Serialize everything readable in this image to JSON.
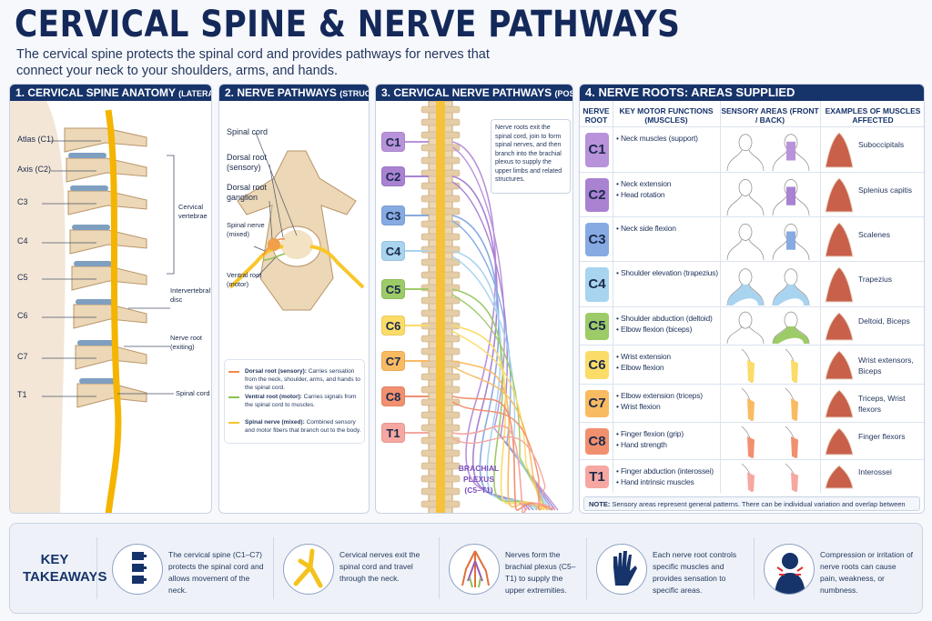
{
  "title": "CERVICAL SPINE & NERVE PATHWAYS",
  "subtitle": "The cervical spine protects the spinal cord and provides pathways for nerves that connect your neck to your shoulders, arms, and hands.",
  "panel1": {
    "header": "1. CERVICAL SPINE ANATOMY",
    "header_sub": "(LATERAL VIEW)",
    "left_labels": [
      "Atlas (C1)",
      "Axis (C2)",
      "C3",
      "C4",
      "C5",
      "C6",
      "C7",
      "T1"
    ],
    "right_labels": [
      "Cervical vertebrae",
      "Intervertebral disc",
      "Nerve root (exiting)",
      "Spinal cord"
    ]
  },
  "panel2": {
    "header": "2. NERVE PATHWAYS",
    "header_sub": "(STRUCTURE)",
    "labels": [
      "Spinal cord",
      "Dorsal root (sensory)",
      "Dorsal root ganglion",
      "Spinal nerve (mixed)",
      "Ventral root (motor)"
    ],
    "legend": [
      {
        "term": "Dorsal root (sensory):",
        "text": "Carries sensation from the neck, shoulder, arms, and hands to the spinal cord.",
        "color": "#f08a4b"
      },
      {
        "term": "Ventral root (motor):",
        "text": "Carries signals from the spinal cord to muscles.",
        "color": "#8cc152"
      },
      {
        "term": "Spinal nerve (mixed):",
        "text": "Combined sensory and motor fibers that branch out to the body.",
        "color": "#f9c62b"
      }
    ]
  },
  "panel3": {
    "header": "3. CERVICAL NERVE PATHWAYS",
    "header_sub": "(POSTERIOR VIEW)",
    "roots": [
      "C1",
      "C2",
      "C3",
      "C4",
      "C5",
      "C6",
      "C7",
      "C8",
      "T1"
    ],
    "callout": "Nerve roots exit the spinal cord, join to form spinal nerves, and then branch into the brachial plexus to supply the upper limbs and related structures.",
    "plexus_label": "BRACHIAL PLEXUS (C5–T1)"
  },
  "panel4": {
    "header": "4. NERVE ROOTS: AREAS SUPPLIED",
    "columns": [
      "NERVE ROOT",
      "KEY MOTOR FUNCTIONS (MUSCLES)",
      "SENSORY AREAS (FRONT / BACK)",
      "EXAMPLES OF MUSCLES AFFECTED"
    ],
    "rows": [
      {
        "root": "C1",
        "color": "#b892da",
        "motor": [
          "Neck muscles (support)"
        ],
        "muscles": "Suboccipitals",
        "area": "neck"
      },
      {
        "root": "C2",
        "color": "#a982d2",
        "motor": [
          "Neck extension",
          "Head rotation"
        ],
        "muscles": "Splenius capitis",
        "area": "neck"
      },
      {
        "root": "C3",
        "color": "#87aae2",
        "motor": [
          "Neck side flexion"
        ],
        "muscles": "Scalenes",
        "area": "neck"
      },
      {
        "root": "C4",
        "color": "#a8d4f0",
        "motor": [
          "Shoulder elevation (trapezius)"
        ],
        "muscles": "Trapezius",
        "area": "shoulder"
      },
      {
        "root": "C5",
        "color": "#9dcb68",
        "motor": [
          "Shoulder abduction (deltoid)",
          "Elbow flexion (biceps)"
        ],
        "muscles": "Deltoid, Biceps",
        "area": "shoulder"
      },
      {
        "root": "C6",
        "color": "#fbdc68",
        "motor": [
          "Wrist extension",
          "Elbow flexion"
        ],
        "muscles": "Wrist extensors, Biceps",
        "area": "arm"
      },
      {
        "root": "C7",
        "color": "#f9bb62",
        "motor": [
          "Elbow extension (triceps)",
          "Wrist flexion"
        ],
        "muscles": "Triceps, Wrist flexors",
        "area": "arm"
      },
      {
        "root": "C8",
        "color": "#f1906f",
        "motor": [
          "Finger flexion (grip)",
          "Hand strength"
        ],
        "muscles": "Finger flexors",
        "area": "arm"
      },
      {
        "root": "T1",
        "color": "#f6a7a1",
        "motor": [
          "Finger abduction (interossei)",
          "Hand intrinsic muscles"
        ],
        "muscles": "Interossei",
        "area": "arm"
      }
    ],
    "note_label": "NOTE:",
    "note": "Sensory areas represent general patterns. There can be individual variation and overlap between nerve roots."
  },
  "takeaways": {
    "title": "KEY TAKEAWAYS",
    "items": [
      {
        "icon": "spine-icon",
        "text": "The cervical spine (C1–C7) protects the spinal cord and allows movement of the neck."
      },
      {
        "icon": "nerve-branch-icon",
        "text": "Cervical nerves exit the spinal cord and travel through the neck."
      },
      {
        "icon": "brachial-plexus-icon",
        "text": "Nerves form the brachial plexus (C5–T1) to supply the upper extremities."
      },
      {
        "icon": "hand-icon",
        "text": "Each nerve root controls specific muscles and provides sensation to specific areas."
      },
      {
        "icon": "neck-pain-icon",
        "text": "Compression or irritation of nerve roots can cause pain, weakness, or numbness."
      }
    ]
  }
}
